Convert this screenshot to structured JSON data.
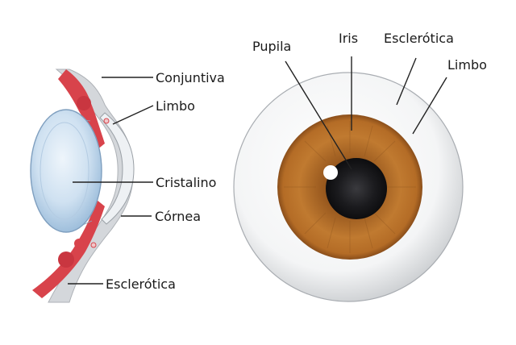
{
  "labels": {
    "conjuntiva": "Conjuntiva",
    "limbo_side": "Limbo",
    "cristalino": "Cristalino",
    "cornea": "Córnea",
    "esclerotica_side": "Esclerótica",
    "pupila": "Pupila",
    "iris": "Iris",
    "esclerotica_front": "Esclerótica",
    "limbo_front": "Limbo"
  },
  "colors": {
    "sclera_white": "#ffffff",
    "sclera_shadow": "#c9ccd0",
    "iris_brown": "#b5702a",
    "iris_dark": "#7a4416",
    "pupil": "#1c1c1e",
    "lens_blue": "#c9def0",
    "tissue_red": "#d8434b",
    "leader_line": "#222222"
  }
}
